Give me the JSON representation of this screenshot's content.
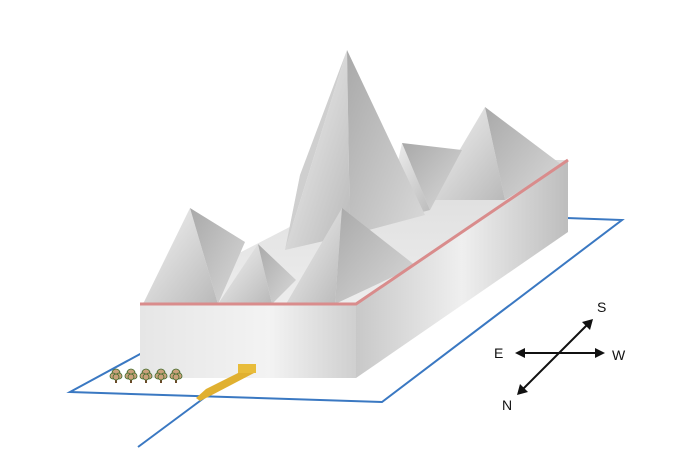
{
  "compass": {
    "south": "S",
    "east": "E",
    "west": "W",
    "north": "N"
  },
  "colors": {
    "ground_outline": "#3a78c2",
    "wall_trim": "#d98c8c",
    "path": "#e0b030",
    "peak_light": "#eeeeee",
    "peak_dark": "#9a9a9a"
  },
  "counts": {
    "trees": 5,
    "peaks": 6
  }
}
